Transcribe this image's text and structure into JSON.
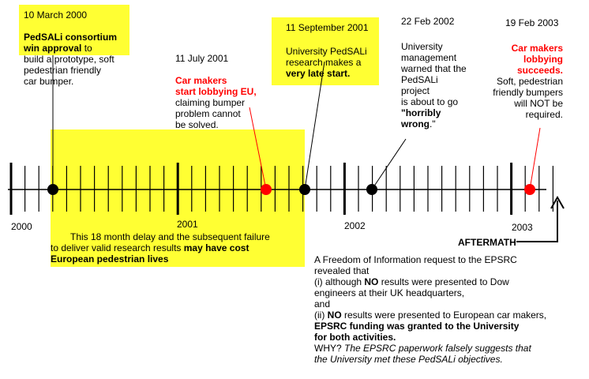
{
  "colors": {
    "highlight": "#ffff33",
    "red": "#ff0000",
    "black": "#000000"
  },
  "years": [
    "2000",
    "2001",
    "2002",
    "2003"
  ],
  "events": {
    "e1": {
      "date": "10 March 2000",
      "l1_bold": "PedSALi consortium",
      "l2_bold": "win approval",
      "l2_rest": " to",
      "l3": "build a prototype, soft",
      "l4": "pedestrian friendly",
      "l5": "car bumper."
    },
    "e2": {
      "date": "11 July 2001",
      "l1_red": "Car makers",
      "l2_red": "start lobbying EU,",
      "l3": "claiming bumper",
      "l4": "problem cannot",
      "l5": "be solved."
    },
    "e3": {
      "date": "11 September 2001",
      "l1": "University PedSALi",
      "l2": "research makes a",
      "l3_bold": "very late start."
    },
    "e4": {
      "date": "22 Feb 2002",
      "l1": "University",
      "l2": "management",
      "l3": "warned that the",
      "l4": "PedSALi",
      "l5": "project",
      "l6": "is about to go",
      "l7_bold": "\"horribly",
      "l8_bold": "wrong",
      "l8_rest": ".\""
    },
    "e5": {
      "date": "19 Feb 2003",
      "l1_red": "Car makers",
      "l2_red": "lobbying",
      "l3_red": "succeeds.",
      "l4": "Soft, pedestrian",
      "l5": "friendly bumpers",
      "l6": "will NOT be",
      "l7": "required."
    }
  },
  "delay_note": {
    "l1": "This 18 month delay and the subsequent failure",
    "l2_a": "to deliver valid research results ",
    "l2_bold": "may have cost",
    "l3_bold": "European pedestrian lives"
  },
  "aftermath": {
    "label": "AFTERMATH",
    "l1": "A Freedom of Information request to the EPSRC",
    "l2": "revealed that",
    "l3_a": "(i) although ",
    "l3_bold": "NO",
    "l3_b": " results were presented to Dow",
    "l4": "engineers at their UK headquarters,",
    "l5": "and",
    "l6_a": "(ii) ",
    "l6_bold": "NO",
    "l6_b": "  results were presented  to European car makers,",
    "l7_bold": "EPSRC funding was granted  to the University",
    "l8_bold": "for both activities.",
    "l9_a": "WHY? ",
    "l9_i": "The EPSRC paperwork falsely suggests that",
    "l10_i": "the University met these PedSALi objectives."
  }
}
